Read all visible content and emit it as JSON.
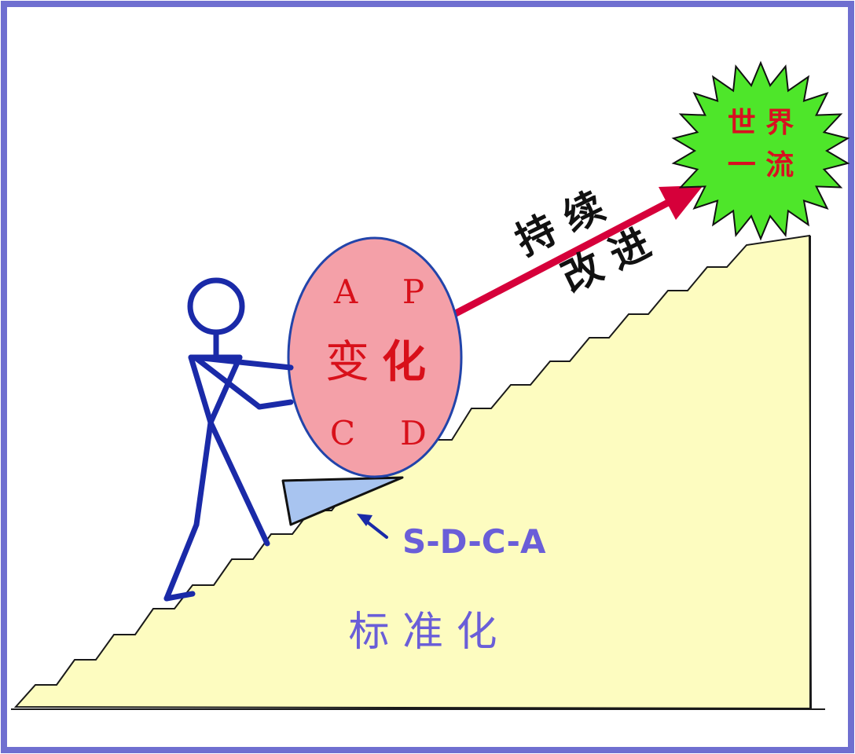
{
  "colors": {
    "frame": "#6f6fd0",
    "hill_fill": "#fdfcc0",
    "hill_stroke": "#1a1a1a",
    "stick_figure": "#1a2aa8",
    "ball_fill": "#f4a0a8",
    "ball_stroke": "#2244aa",
    "ball_text": "#d8101a",
    "arrow": "#d6003a",
    "wedge_fill": "#a8c4f0",
    "star_fill": "#4ee62a",
    "star_text": "#d81020",
    "label_purple": "#6a5ed8",
    "text_dark": "#111111"
  },
  "diagram": {
    "star": {
      "line1": "世 界",
      "line2": "一 流"
    },
    "arrow_label": {
      "line1": "持 续",
      "line2": "改 进"
    },
    "ball": {
      "top_left": "A",
      "top_right": "P",
      "center_left": "变",
      "center_right": "化",
      "bottom_left": "C",
      "bottom_right": "D"
    },
    "wedge_label": "S-D-C-A",
    "base_label": "标 准 化"
  }
}
